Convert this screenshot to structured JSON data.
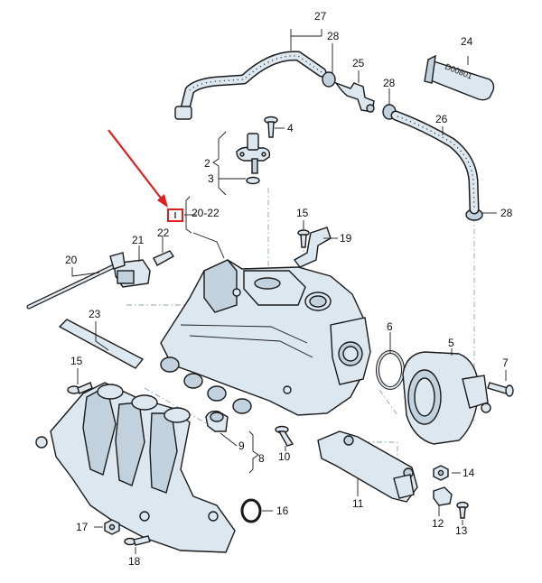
{
  "labels": {
    "p27": "27",
    "p28a": "28",
    "p24": "24",
    "p25": "25",
    "p28b": "28",
    "p26": "26",
    "p4": "4",
    "p2": "2",
    "p3": "3",
    "p2022": "20-22",
    "p28c": "28",
    "p15a": "15",
    "p19": "19",
    "p21": "21",
    "p22": "22",
    "p20": "20",
    "p23": "23",
    "p6": "6",
    "p5": "5",
    "p7": "7",
    "p15b": "15",
    "p9": "9",
    "p8": "8",
    "p10": "10",
    "p14": "14",
    "p11": "11",
    "p12": "12",
    "p13": "13",
    "p16": "16",
    "p17": "17",
    "p18": "18"
  },
  "tube_text": "D00801",
  "colors": {
    "part_fill": "#dde7ef",
    "outline": "#1a1a1a",
    "arrow": "#e02020",
    "highlight": "#e02020",
    "axis_dashed": "#8aa3b5"
  }
}
